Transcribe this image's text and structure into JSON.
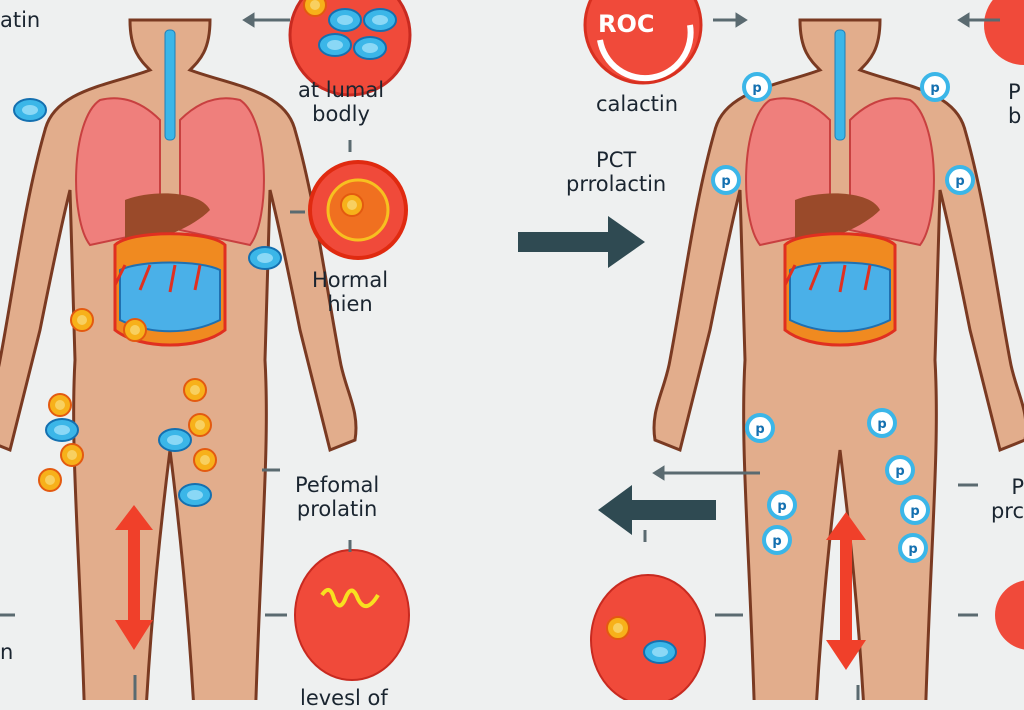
{
  "labels": {
    "top_left_fragment": "atin",
    "at_lumal_body": [
      "at lumal",
      "bodly"
    ],
    "hormal_hien": [
      "Hormal",
      "hien"
    ],
    "pefomal_prolatin": [
      "Pefomal",
      "prolatin"
    ],
    "levels_of": "levesl of",
    "bottom_left_fragment": "n",
    "roc_badge": "ROC",
    "calactin": "calactin",
    "pct_prolactin": [
      "PCT",
      "prrolactin"
    ],
    "right_top_fragment": [
      "P",
      "b"
    ],
    "right_bottom_fragment": [
      "P",
      "prc"
    ]
  },
  "colors": {
    "background": "#eef0f0",
    "skin": "#e2ad8c",
    "outline": "#7a3a22",
    "cell_red": "#f04a3a",
    "cell_blue": "#3bb6e8",
    "arrow_dark": "#2f4a52",
    "arrow_red": "#f0402a"
  }
}
